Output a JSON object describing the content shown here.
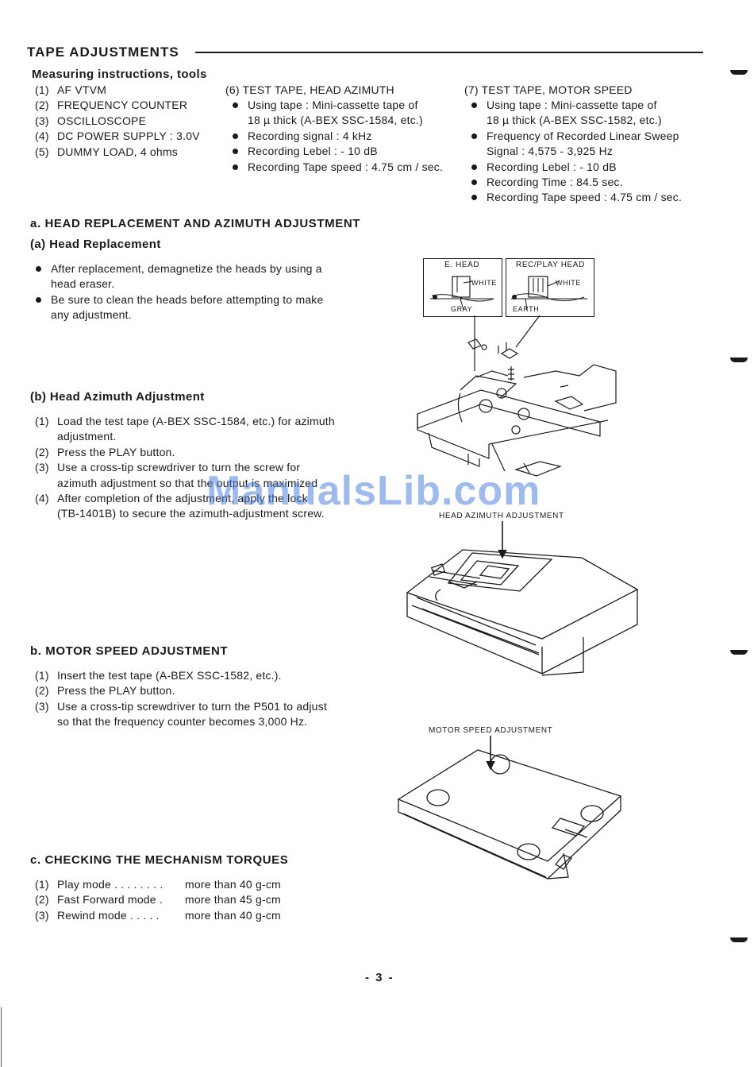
{
  "title": "TAPE ADJUSTMENTS",
  "measuring": {
    "heading": "Measuring instructions, tools",
    "tools": [
      {
        "n": "(1)",
        "text": "AF  VTVM"
      },
      {
        "n": "(2)",
        "text": "FREQUENCY  COUNTER"
      },
      {
        "n": "(3)",
        "text": "OSCILLOSCOPE"
      },
      {
        "n": "(4)",
        "text": "DC  POWER  SUPPLY : 3.0V"
      },
      {
        "n": "(5)",
        "text": "DUMMY  LOAD, 4 ohms"
      }
    ],
    "azimuth_tape": {
      "heading": "(6) TEST  TAPE, HEAD  AZIMUTH",
      "items": [
        "Using tape : Mini-cassette tape of",
        "18 µ thick (A-BEX  SSC-1584, etc.)",
        "Recording signal : 4 kHz",
        "Recording Lebel : - 10 dB",
        "Recording Tape speed : 4.75 cm / sec."
      ]
    },
    "speed_tape": {
      "heading": "(7) TEST  TAPE, MOTOR  SPEED",
      "items": [
        "Using tape : Mini-cassette tape of",
        "18 µ thick (A-BEX  SSC-1582, etc.)",
        "Frequency of Recorded Linear Sweep",
        "Signal : 4,575 - 3,925 Hz",
        "Recording Lebel : - 10 dB",
        "Recording Time : 84.5 sec.",
        "Recording Tape speed : 4.75 cm / sec."
      ]
    }
  },
  "section_a": {
    "heading": "a.  HEAD  REPLACEMENT  AND  AZIMUTH  ADJUSTMENT",
    "replacement": {
      "heading": "(a)  Head  Replacement",
      "bullets": [
        [
          "After replacement, demagnetize the heads by using a",
          "head eraser."
        ],
        [
          "Be sure to clean the heads before attempting to make",
          "any adjustment."
        ]
      ]
    },
    "azimuth": {
      "heading": "(b)  Head  Azimuth  Adjustment",
      "steps": [
        {
          "n": "(1)",
          "lines": [
            "Load the test tape (A-BEX  SSC-1584, etc.) for azimuth",
            "adjustment."
          ]
        },
        {
          "n": "(2)",
          "lines": [
            "Press the PLAY button."
          ]
        },
        {
          "n": "(3)",
          "lines": [
            "Use a cross-tip screwdriver to turn the screw for",
            "azimuth adjustment so that the output is maximized"
          ]
        },
        {
          "n": "(4)",
          "lines": [
            "After completion of the adjustment, apply the lock",
            "(TB-1401B) to secure the azimuth-adjustment screw."
          ]
        }
      ]
    },
    "diagram": {
      "e_head": "E. HEAD",
      "rec_play_head": "REC/PLAY HEAD",
      "white_1": "WHITE",
      "gray": "GRAY",
      "white_2": "WHITE",
      "earth": "EARTH",
      "caption": "HEAD  AZIMUTH  ADJUSTMENT"
    }
  },
  "section_b": {
    "heading": "b.  MOTOR  SPEED  ADJUSTMENT",
    "steps": [
      {
        "n": "(1)",
        "lines": [
          "Insert the test tape (A-BEX  SSC-1582, etc.)."
        ]
      },
      {
        "n": "(2)",
        "lines": [
          "Press the PLAY button."
        ]
      },
      {
        "n": "(3)",
        "lines": [
          "Use a cross-tip screwdriver to turn the P501 to adjust",
          "so that the frequency counter becomes 3,000 Hz."
        ]
      }
    ],
    "caption": "MOTOR  SPEED  ADJUSTMENT"
  },
  "section_c": {
    "heading": "c.  CHECKING  THE  MECHANISM  TORQUES",
    "rows": [
      {
        "n": "(1)",
        "mode": "Play mode  . . . . . . . .",
        "value": "more than 40 g-cm"
      },
      {
        "n": "(2)",
        "mode": "Fast Forward mode   .",
        "value": "more than 45 g-cm"
      },
      {
        "n": "(3)",
        "mode": "Rewind mode   . . . . .",
        "value": "more than 40 g-cm"
      }
    ]
  },
  "page_number": "- 3 -",
  "watermark": "ManualsLib.com"
}
